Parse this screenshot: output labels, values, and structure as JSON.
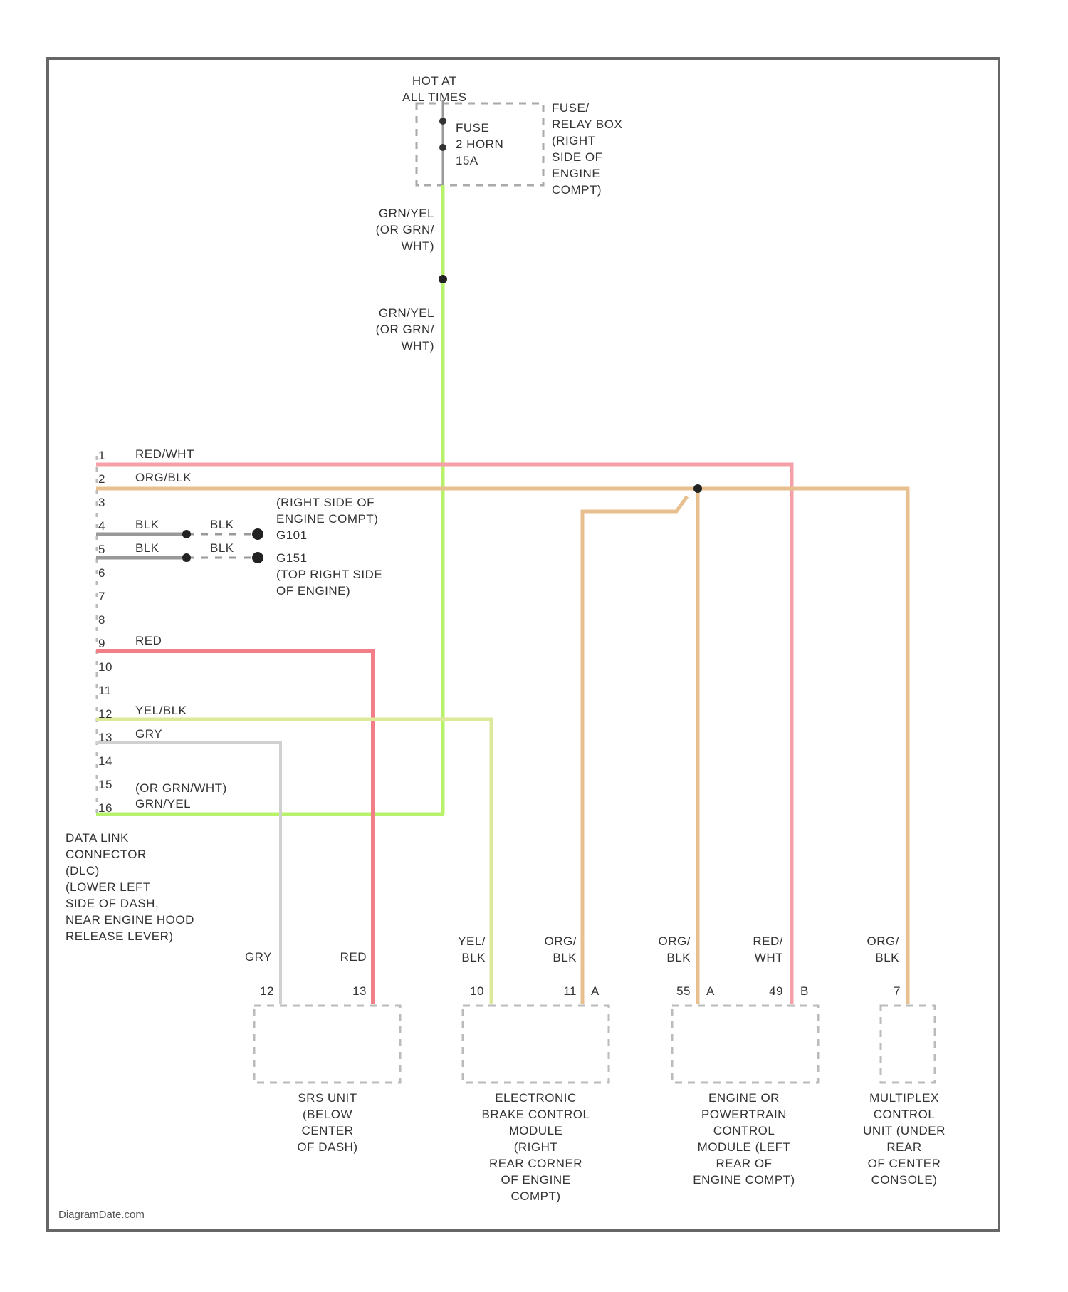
{
  "power": {
    "hot_label": "HOT AT\nALL TIMES",
    "fuse_label": "FUSE\n2 HORN\n15A",
    "fuse_box_label": "FUSE/\nRELAY BOX\n(RIGHT\nSIDE OF\nENGINE\nCOMPT)"
  },
  "feed_wires": {
    "upper": "GRN/YEL\n(OR GRN/\nWHT)",
    "lower": "GRN/YEL\n(OR GRN/\nWHT)"
  },
  "dlc": {
    "label": "DATA LINK\nCONNECTOR\n(DLC)\n(LOWER LEFT\nSIDE OF DASH,\nNEAR ENGINE HOOD\nRELEASE LEVER)",
    "pins": [
      "1",
      "2",
      "3",
      "4",
      "5",
      "6",
      "7",
      "8",
      "9",
      "10",
      "11",
      "12",
      "13",
      "14",
      "15",
      "16"
    ],
    "pin_wires": {
      "1": "RED/WHT",
      "2": "ORG/BLK",
      "4a": "BLK",
      "4b": "BLK",
      "5a": "BLK",
      "5b": "BLK",
      "9": "RED",
      "12": "YEL/BLK",
      "13": "GRY",
      "16a": "(OR GRN/WHT)",
      "16b": "GRN/YEL"
    },
    "ground_g101": "G101",
    "ground_g101_loc": "(RIGHT SIDE OF\nENGINE COMPT)",
    "ground_g151": "G151",
    "ground_g151_loc": "(TOP RIGHT SIDE\nOF ENGINE)"
  },
  "modules": [
    {
      "name": "SRS UNIT\n(BELOW\nCENTER\nOF DASH)",
      "wires": [
        "GRY",
        "RED"
      ],
      "pins": [
        "12",
        "13"
      ]
    },
    {
      "name": "ELECTRONIC\nBRAKE CONTROL\nMODULE\n(RIGHT\nREAR CORNER\nOF ENGINE\nCOMPT)",
      "wires": [
        "YEL/\nBLK",
        "ORG/\nBLK"
      ],
      "pins": [
        "10",
        "11"
      ],
      "connector": "A"
    },
    {
      "name": "ENGINE OR\nPOWERTRAIN\nCONTROL\nMODULE (LEFT\nREAR OF\nENGINE COMPT)",
      "wires": [
        "ORG/\nBLK",
        "RED/\nWHT"
      ],
      "pins": [
        "55",
        "49"
      ],
      "connectors": [
        "A",
        "B"
      ]
    },
    {
      "name": "MULTIPLEX\nCONTROL\nUNIT (UNDER\nREAR\nOF CENTER\nCONSOLE)",
      "wires": [
        "ORG/\nBLK"
      ],
      "pins": [
        "7"
      ]
    }
  ],
  "colors": {
    "grn_yel": "#b7f26a",
    "red_wht": "#f4a0a6",
    "org_blk": "#e8c090",
    "blk": "#888888",
    "red": "#f27f88",
    "yel_blk": "#dde89a",
    "gry": "#d0d0d0"
  },
  "footer": "DiagramDate.com"
}
